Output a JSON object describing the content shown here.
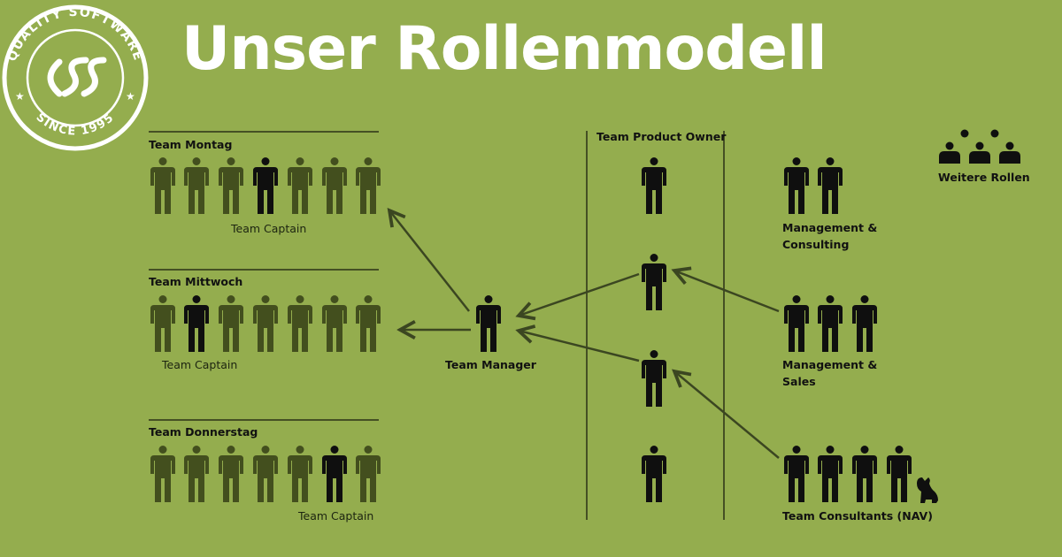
{
  "title": "Unser Rollenmodell",
  "logo": {
    "top_text": "QUALITY SOFTWARE",
    "bottom_text": "SINCE 1995",
    "mark": "css"
  },
  "teams": [
    {
      "name": "Team Montag",
      "captain_label": "Team Captain",
      "size": 7,
      "captain_index": 3
    },
    {
      "name": "Team Mittwoch",
      "captain_label": "Team Captain",
      "size": 7,
      "captain_index": 1
    },
    {
      "name": "Team Donnerstag",
      "captain_label": "Team Captain",
      "size": 7,
      "captain_index": 5
    }
  ],
  "manager": {
    "label": "Team Manager"
  },
  "product_owner": {
    "label": "Team Product Owner",
    "size": 4
  },
  "roles": [
    {
      "label_line1": "Management &",
      "label_line2": "Consulting",
      "size": 2
    },
    {
      "label_line1": "Management &",
      "label_line2": "Sales",
      "size": 3
    },
    {
      "label_line1": "Team Consultants (NAV)",
      "label_line2": "",
      "size": 4,
      "dog": true
    }
  ],
  "legend": {
    "label": "Weitere Rollen",
    "icon": "group-icon"
  },
  "colors": {
    "background": "#94ad4e",
    "member": "#434f1e",
    "highlight": "#0f0f0f",
    "text": "#111111",
    "title": "#ffffff",
    "arrow": "#3b4621",
    "divider": "#2b3217"
  }
}
